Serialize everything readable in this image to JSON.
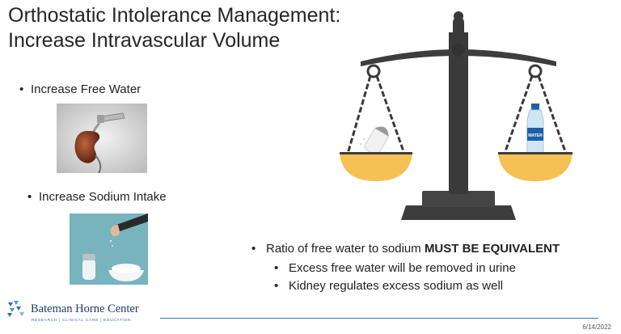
{
  "slide": {
    "title_line1": "Orthostatic Intolerance Management:",
    "title_line2": "Increase Intravascular Volume"
  },
  "left_bullets": [
    {
      "marker": "•",
      "text": "Increase Free Water"
    },
    {
      "marker": "•",
      "text": "Increase Sodium Intake"
    }
  ],
  "scale": {
    "right_item_label": "WATER",
    "beam_color": "#3d3d3d",
    "pan_color": "#f5c154"
  },
  "bottom_bullets": {
    "main_prefix": "Ratio of free water to sodium ",
    "main_bold": "MUST BE EQUIVALENT",
    "sub": [
      "Excess free water will be removed in urine",
      "Kidney regulates excess sodium as well"
    ],
    "marker": "•"
  },
  "footer": {
    "logo_name": "Bateman Horne Center",
    "logo_tagline": "RESEARCH | CLINICAL CARE | EDUCATION",
    "date": "6/14/2022",
    "accent_color": "#2f7cc0"
  }
}
